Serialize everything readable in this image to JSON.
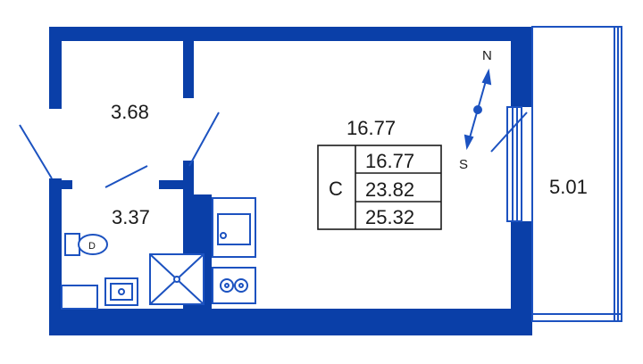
{
  "colors": {
    "wall": "#0a3fa8",
    "line": "#1c52c0",
    "text": "#1a1a1a"
  },
  "rooms": {
    "hall_area": "3.68",
    "bath_area": "3.37",
    "main_area": "16.77",
    "balcony_area": "5.01"
  },
  "summary": {
    "code": "C",
    "living": "16.77",
    "total": "23.82",
    "total_with_balcony": "25.32"
  },
  "compass": {
    "north": "N",
    "south": "S"
  },
  "icons": [
    "toilet-icon",
    "sink-icon",
    "shower-tray-icon",
    "kitchen-sink-icon",
    "stove-icon",
    "compass-icon"
  ]
}
